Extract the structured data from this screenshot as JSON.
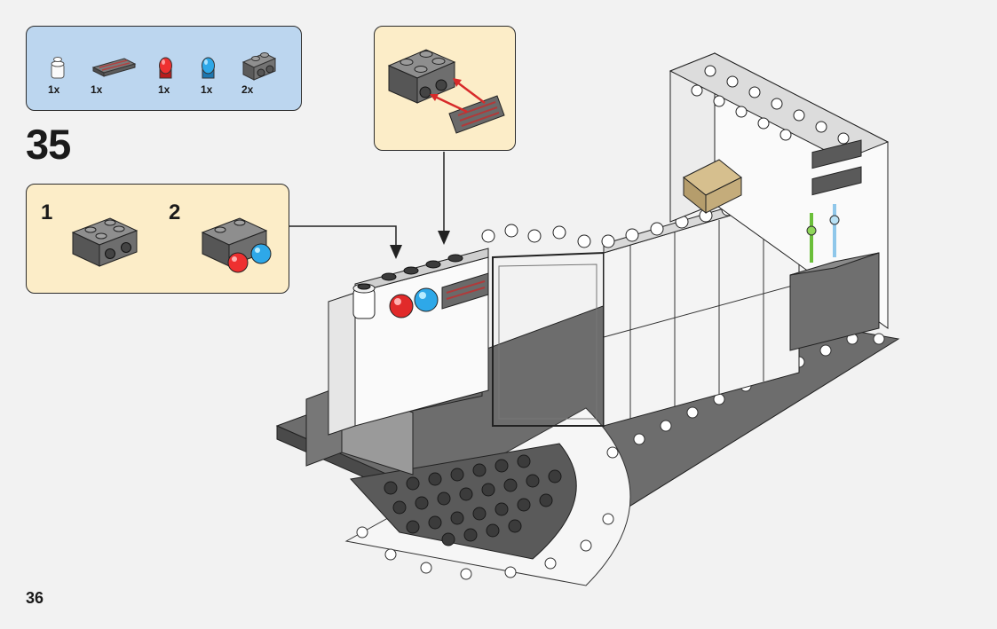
{
  "step_number": "35",
  "page_number": "36",
  "parts_list": [
    {
      "part": "white-round-brick",
      "quantity": "1x"
    },
    {
      "part": "dark-grey-grille-tile",
      "quantity": "1x"
    },
    {
      "part": "red-trans-cone",
      "quantity": "1x"
    },
    {
      "part": "blue-trans-cone",
      "quantity": "1x"
    },
    {
      "part": "grey-brick-with-studs-on-side",
      "quantity": "2x"
    }
  ],
  "substeps": [
    {
      "label": "1"
    },
    {
      "label": "2"
    }
  ],
  "colors": {
    "parts_callout_bg": "#bcd6ef",
    "substep_callout_bg": "#fcedc8",
    "arrow_red": "#d72a2a"
  }
}
